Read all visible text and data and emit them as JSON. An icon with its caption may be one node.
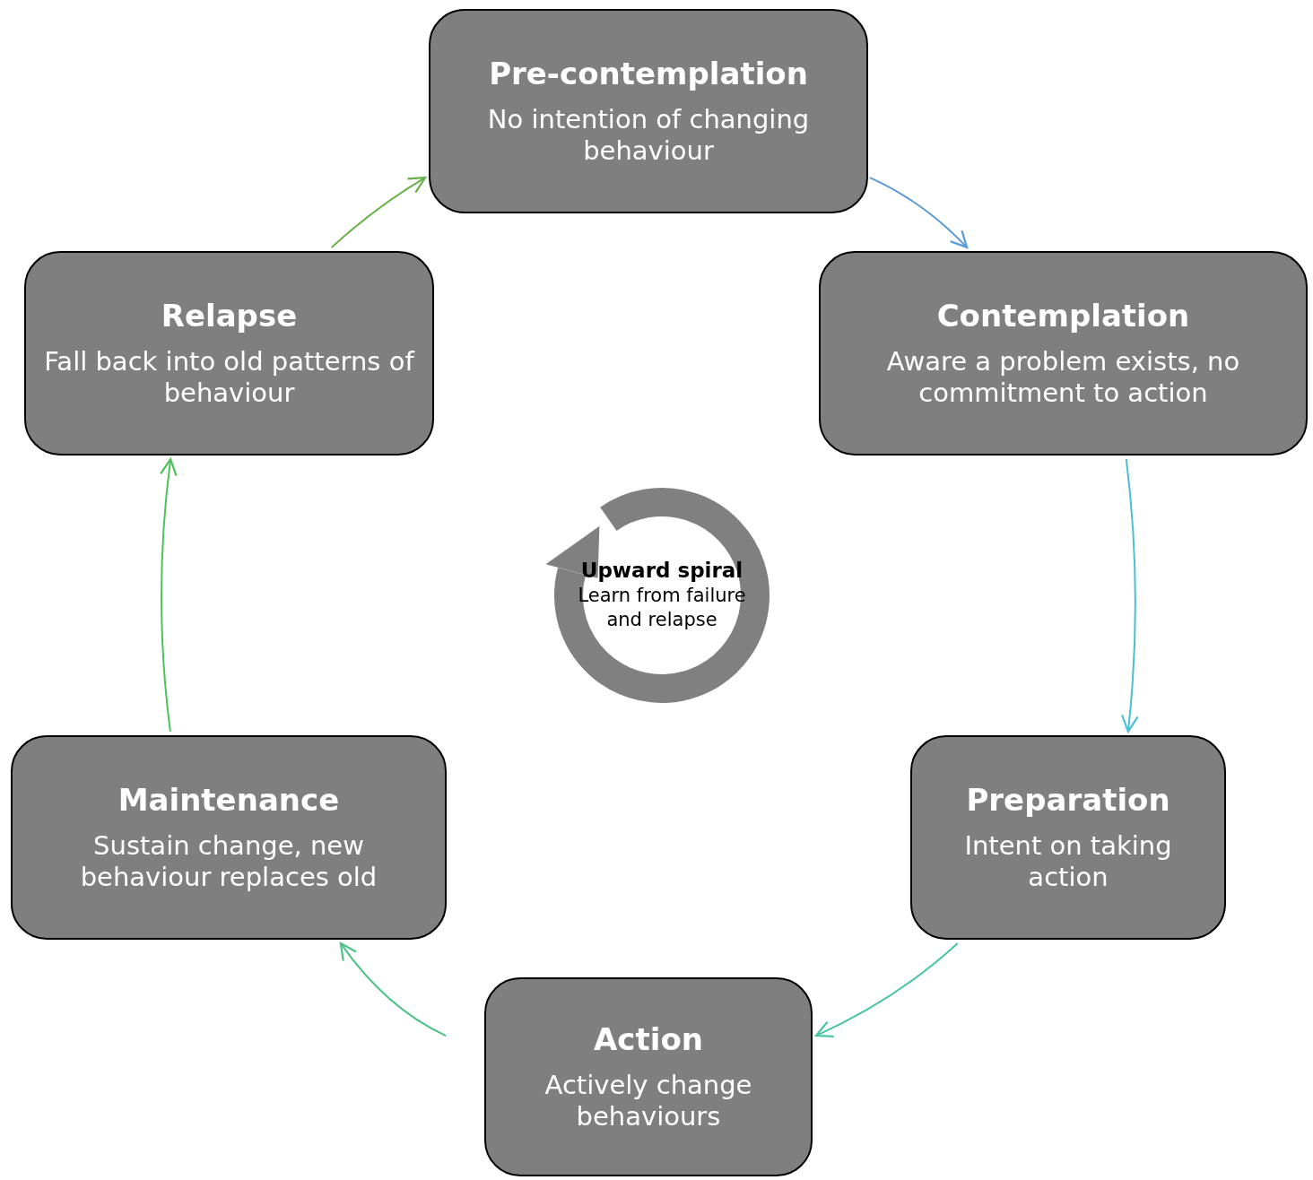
{
  "diagram": {
    "nodes": [
      {
        "text": [
          "Pre-contemplation",
          "No intention of changing behaviour"
        ]
      },
      {
        "text": [
          "Contemplation",
          "Aware a problem exists, no commitment to action"
        ]
      },
      {
        "text": [
          "Preparation",
          "Intent on taking action"
        ]
      },
      {
        "text": [
          "Action",
          "Actively change behaviours"
        ]
      },
      {
        "text": [
          "Maintenance",
          "Sustain change, new behaviour replaces old"
        ]
      },
      {
        "text": [
          "Relapse",
          "Fall back into old patterns of behaviour"
        ]
      },
      {
        "text": [
          "Upward spiral",
          "Learn from failure and relapse"
        ]
      }
    ],
    "edges": [
      {
        "from": 0,
        "to": 1,
        "arrow": "to",
        "color": "#5b9bd5"
      },
      {
        "from": 1,
        "to": 2,
        "arrow": "to",
        "color": "#4bbfd0"
      },
      {
        "from": 2,
        "to": 3,
        "arrow": "to",
        "color": "#48c4a4"
      },
      {
        "from": 3,
        "to": 4,
        "arrow": "to",
        "color": "#4cc384"
      },
      {
        "from": 4,
        "to": 5,
        "arrow": "to",
        "color": "#4ec25a"
      },
      {
        "from": 5,
        "to": 0,
        "arrow": "to",
        "color": "#6ab04c"
      }
    ]
  }
}
